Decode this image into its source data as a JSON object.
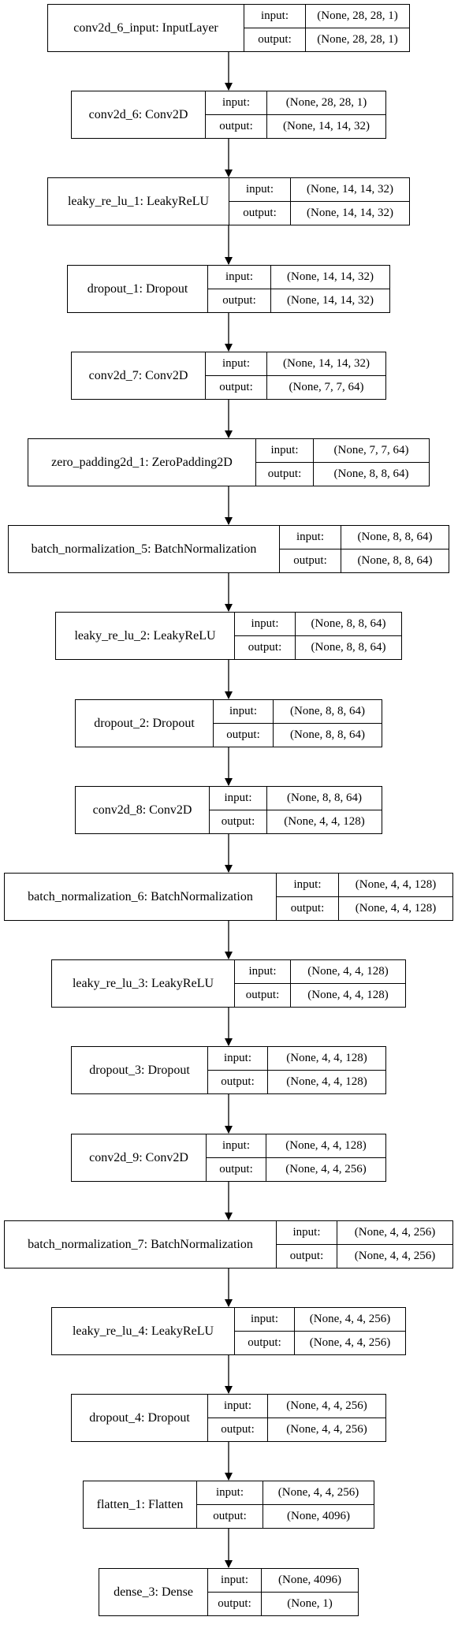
{
  "labels": {
    "input": "input:",
    "output": "output:"
  },
  "layers": [
    {
      "name": "conv2d_6_input: InputLayer",
      "input": "(None, 28, 28, 1)",
      "output": "(None, 28, 28, 1)"
    },
    {
      "name": "conv2d_6: Conv2D",
      "input": "(None, 28, 28, 1)",
      "output": "(None, 14, 14, 32)"
    },
    {
      "name": "leaky_re_lu_1: LeakyReLU",
      "input": "(None, 14, 14, 32)",
      "output": "(None, 14, 14, 32)"
    },
    {
      "name": "dropout_1: Dropout",
      "input": "(None, 14, 14, 32)",
      "output": "(None, 14, 14, 32)"
    },
    {
      "name": "conv2d_7: Conv2D",
      "input": "(None, 14, 14, 32)",
      "output": "(None, 7, 7, 64)"
    },
    {
      "name": "zero_padding2d_1: ZeroPadding2D",
      "input": "(None, 7, 7, 64)",
      "output": "(None, 8, 8, 64)"
    },
    {
      "name": "batch_normalization_5: BatchNormalization",
      "input": "(None, 8, 8, 64)",
      "output": "(None, 8, 8, 64)"
    },
    {
      "name": "leaky_re_lu_2: LeakyReLU",
      "input": "(None, 8, 8, 64)",
      "output": "(None, 8, 8, 64)"
    },
    {
      "name": "dropout_2: Dropout",
      "input": "(None, 8, 8, 64)",
      "output": "(None, 8, 8, 64)"
    },
    {
      "name": "conv2d_8: Conv2D",
      "input": "(None, 8, 8, 64)",
      "output": "(None, 4, 4, 128)"
    },
    {
      "name": "batch_normalization_6: BatchNormalization",
      "input": "(None, 4, 4, 128)",
      "output": "(None, 4, 4, 128)"
    },
    {
      "name": "leaky_re_lu_3: LeakyReLU",
      "input": "(None, 4, 4, 128)",
      "output": "(None, 4, 4, 128)"
    },
    {
      "name": "dropout_3: Dropout",
      "input": "(None, 4, 4, 128)",
      "output": "(None, 4, 4, 128)"
    },
    {
      "name": "conv2d_9: Conv2D",
      "input": "(None, 4, 4, 128)",
      "output": "(None, 4, 4, 256)"
    },
    {
      "name": "batch_normalization_7: BatchNormalization",
      "input": "(None, 4, 4, 256)",
      "output": "(None, 4, 4, 256)"
    },
    {
      "name": "leaky_re_lu_4: LeakyReLU",
      "input": "(None, 4, 4, 256)",
      "output": "(None, 4, 4, 256)"
    },
    {
      "name": "dropout_4: Dropout",
      "input": "(None, 4, 4, 256)",
      "output": "(None, 4, 4, 256)"
    },
    {
      "name": "flatten_1: Flatten",
      "input": "(None, 4, 4, 256)",
      "output": "(None, 4096)"
    },
    {
      "name": "dense_3: Dense",
      "input": "(None, 4096)",
      "output": "(None, 1)"
    }
  ]
}
